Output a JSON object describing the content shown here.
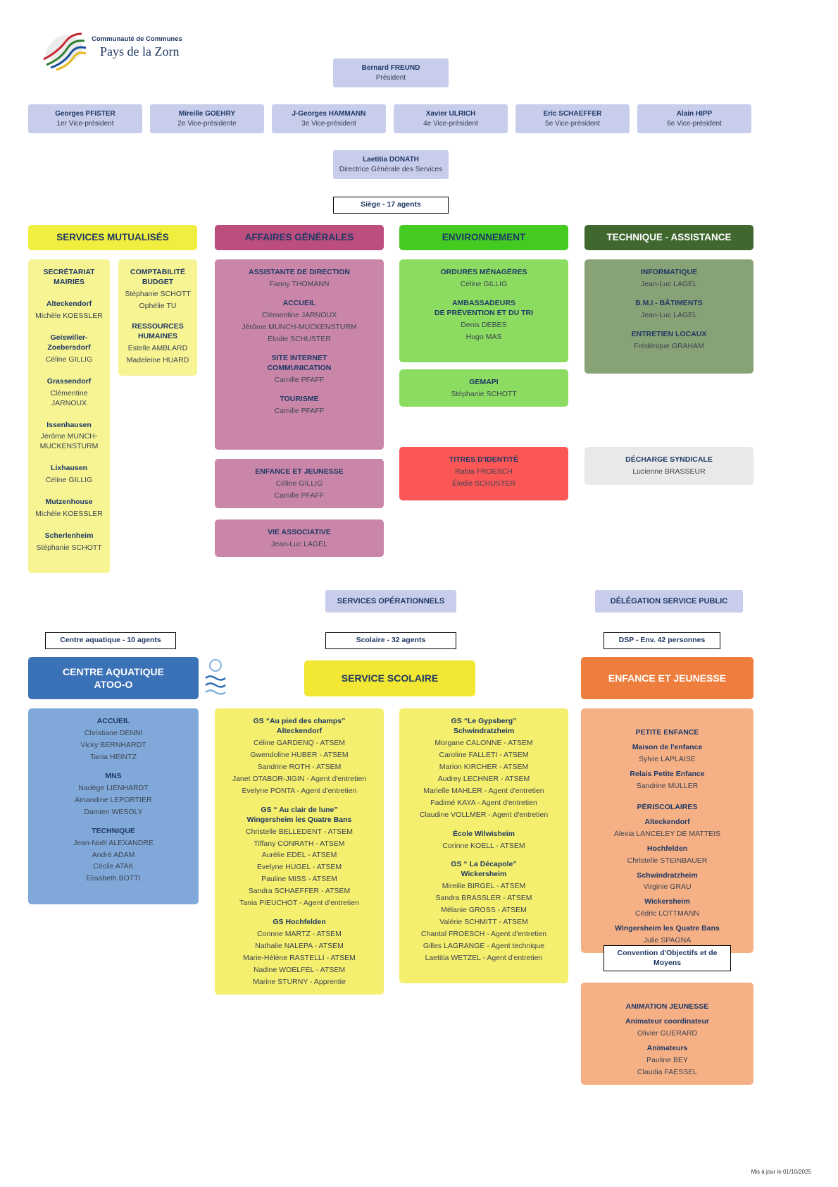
{
  "colors": {
    "lavender": "#c7cdeb",
    "yellow_header": "#f0ee3f",
    "yellow_box": "#f7f494",
    "pink_header": "#bb4d7f",
    "pink_box": "#c986a9",
    "green_header": "#44cb22",
    "green_box": "#8cdc62",
    "red_box": "#fb5757",
    "dark_green_header": "#3f672e",
    "sage_box": "#88a277",
    "gray_box": "#e9e9e9",
    "blue_header": "#3b72b7",
    "blue_box": "#80a9d9",
    "scolaire_header": "#f2e733",
    "scolaire_box": "#f4ef6e",
    "orange_header": "#ee7e3d",
    "orange_box": "#f6b086",
    "navy_text": "#1f3864"
  },
  "icons": {
    "logo_swirl": "brand-swirl ribbons (red/green/blue/yellow)",
    "atoo_waves": "blue water-waves mark"
  },
  "logo": {
    "line1": "Communauté de Communes",
    "line2": "Pays de la Zorn"
  },
  "leadership": {
    "president": {
      "name": "Bernard FREUND",
      "role": "Président"
    },
    "vice_presidents": [
      {
        "name": "Georges PFISTER",
        "role": "1er Vice-président"
      },
      {
        "name": "Mireille GOEHRY",
        "role": "2e Vice-présidente"
      },
      {
        "name": "J-Georges HAMMANN",
        "role": "3e Vice-président"
      },
      {
        "name": "Xavier ULRICH",
        "role": "4e Vice-président"
      },
      {
        "name": "Eric SCHAEFFER",
        "role": "5e Vice-président"
      },
      {
        "name": "Alain HIPP",
        "role": "6e Vice-président"
      }
    ],
    "dgs": {
      "name": "Laetitia DONATH",
      "role": "Directrice Générale des Services"
    },
    "siege_label": "Siège - 17 agents"
  },
  "headers": {
    "mutualises": "SERVICES MUTUALISÉS",
    "affaires": "AFFAIRES GÉNÉRALES",
    "environnement": "ENVIRONNEMENT",
    "technique": "TECHNIQUE - ASSISTANCE",
    "centre_aquatique": "CENTRE AQUATIQUE\nATOO-O",
    "service_scolaire": "SERVICE SCOLAIRE",
    "enfance_jeunesse": "ENFANCE ET JEUNESSE"
  },
  "labels": {
    "services_operationnels": "SERVICES OPÉRATIONNELS",
    "delegation_service_public": "DÉLÉGATION SERVICE PUBLIC",
    "centre_aquatique_agents": "Centre aquatique - 10 agents",
    "scolaire_agents": "Scolaire - 32 agents",
    "dsp_personnes": "DSP - Env. 42 personnes",
    "convention": "Convention d'Objectifs et de\nMoyens"
  },
  "sections": {
    "secretariat": [
      {
        "s": "H",
        "t": "SECRÉTARIAT\nMAIRIES"
      },
      {
        "s": "h",
        "t": "Alteckendorf"
      },
      {
        "s": "n",
        "t": "Michèle KOESSLER"
      },
      {
        "s": "h",
        "t": "Geiswiller-\nZoebersdorf"
      },
      {
        "s": "n",
        "t": "Céline GILLIG"
      },
      {
        "s": "h",
        "t": "Grassendorf"
      },
      {
        "s": "n",
        "t": "Clémentine\nJARNOUX"
      },
      {
        "s": "h",
        "t": "Issenhausen"
      },
      {
        "s": "n",
        "t": "Jérôme MUNCH-\nMUCKENSTURM"
      },
      {
        "s": "h",
        "t": "Lixhausen"
      },
      {
        "s": "n",
        "t": "Céline GILLIG"
      },
      {
        "s": "h",
        "t": "Mutzenhouse"
      },
      {
        "s": "n",
        "t": "Michèle KOESSLER"
      },
      {
        "s": "h",
        "t": "Scherlenheim"
      },
      {
        "s": "n",
        "t": "Stéphanie SCHOTT"
      }
    ],
    "compta": [
      {
        "s": "H",
        "t": "COMPTABILITÉ\nBUDGET"
      },
      {
        "s": "n",
        "t": "Stéphanie SCHOTT"
      },
      {
        "s": "n",
        "t": "Ophélie TU"
      },
      {
        "s": "H",
        "t": "RESSOURCES\nHUMAINES"
      },
      {
        "s": "n",
        "t": "Estelle AMBLARD"
      },
      {
        "s": "n",
        "t": "Madeleine HUARD"
      }
    ],
    "affaires_main": [
      {
        "s": "h",
        "t": "ASSISTANTE DE DIRECTION"
      },
      {
        "s": "n",
        "t": "Fanny THOMANN"
      },
      {
        "s": "h",
        "t": "ACCUEIL"
      },
      {
        "s": "n",
        "t": "Clémentine JARNOUX"
      },
      {
        "s": "n",
        "t": "Jérôme MUNCH-MUCKENSTURM"
      },
      {
        "s": "n",
        "t": "Élodie SCHUSTER"
      },
      {
        "s": "h",
        "t": "SITE INTERNET\nCOMMUNICATION"
      },
      {
        "s": "n",
        "t": "Camille PFAFF"
      },
      {
        "s": "h",
        "t": "TOURISME"
      },
      {
        "s": "n",
        "t": "Camille PFAFF"
      }
    ],
    "affaires_enfance": [
      {
        "s": "h",
        "t": "ENFANCE ET JEUNESSE"
      },
      {
        "s": "n",
        "t": "Céline GILLIG"
      },
      {
        "s": "n",
        "t": "Camille PFAFF"
      }
    ],
    "vie_associative": [
      {
        "s": "h",
        "t": "VIE ASSOCIATIVE"
      },
      {
        "s": "n",
        "t": "Jean-Luc LAGEL"
      }
    ],
    "environnement_main": [
      {
        "s": "h",
        "t": "ORDURES MÉNAGÈRES"
      },
      {
        "s": "n",
        "t": "Céline GILLIG"
      },
      {
        "s": "h",
        "t": "AMBASSADEURS\nDE PRÉVENTION ET DU TRI"
      },
      {
        "s": "n",
        "t": "Denis DEBES"
      },
      {
        "s": "n",
        "t": "Hugo MAS"
      }
    ],
    "gemapi": [
      {
        "s": "h",
        "t": "GEMAPI"
      },
      {
        "s": "n",
        "t": "Stéphanie SCHOTT"
      }
    ],
    "titres_identite": [
      {
        "s": "h",
        "t": "TITRES D'IDENTITÉ"
      },
      {
        "s": "n",
        "t": "Rabia FROESCH"
      },
      {
        "s": "n",
        "t": "Élodie SCHUSTER"
      }
    ],
    "technique_main": [
      {
        "s": "h",
        "t": "INFORMATIQUE"
      },
      {
        "s": "n",
        "t": "Jean-Luc LAGEL"
      },
      {
        "s": "h",
        "t": "B.M.I - BÂTIMENTS"
      },
      {
        "s": "n",
        "t": "Jean-Luc LAGEL"
      },
      {
        "s": "h",
        "t": "ENTRETIEN LOCAUX"
      },
      {
        "s": "n",
        "t": "Frédérique GRAHAM"
      }
    ],
    "decharge_syndicale": [
      {
        "s": "h",
        "t": "DÉCHARGE SYNDICALE"
      },
      {
        "s": "n",
        "t": "Lucienne BRASSEUR"
      }
    ],
    "atoo": [
      {
        "s": "h",
        "t": "ACCUEIL"
      },
      {
        "s": "n",
        "t": "Christiane DENNI"
      },
      {
        "s": "n",
        "t": "Vicky BERNHARDT"
      },
      {
        "s": "n",
        "t": "Tania HEINTZ"
      },
      {
        "s": "h",
        "t": "MNS"
      },
      {
        "s": "n",
        "t": "Nadège LIENHARDT"
      },
      {
        "s": "n",
        "t": "Amandine LEPORTIER"
      },
      {
        "s": "n",
        "t": "Damien WESOLY"
      },
      {
        "s": "h",
        "t": "TECHNIQUE"
      },
      {
        "s": "n",
        "t": "Jean-Noël ALEXANDRE"
      },
      {
        "s": "n",
        "t": "André ADAM"
      },
      {
        "s": "n",
        "t": "Cécile ATAK"
      },
      {
        "s": "n",
        "t": "Elisabeth BOTTI"
      }
    ],
    "scolaire_left": [
      {
        "s": "h",
        "t": "GS “Au pied des champs”\nAlteckendorf"
      },
      {
        "s": "n",
        "t": "Céline GARDENQ - ATSEM"
      },
      {
        "s": "n",
        "t": "Gwendoline HUBER - ATSEM"
      },
      {
        "s": "n",
        "t": "Sandrine ROTH - ATSEM"
      },
      {
        "s": "n",
        "t": "Janet OTABOR-JIGIN - Agent d'entretien"
      },
      {
        "s": "n",
        "t": "Evelyne PONTA - Agent d'entretien"
      },
      {
        "s": "h",
        "t": "GS “ Au clair de lune”\nWingersheim les Quatre Bans"
      },
      {
        "s": "n",
        "t": "Christelle BELLEDENT - ATSEM"
      },
      {
        "s": "n",
        "t": "Tiffany CONRATH - ATSEM"
      },
      {
        "s": "n",
        "t": "Aurélie EDEL - ATSEM"
      },
      {
        "s": "n",
        "t": "Evelyne HUGEL - ATSEM"
      },
      {
        "s": "n",
        "t": "Pauline MISS - ATSEM"
      },
      {
        "s": "n",
        "t": "Sandra SCHAEFFER - ATSEM"
      },
      {
        "s": "n",
        "t": "Tania PIEUCHOT - Agent d'entretien"
      },
      {
        "s": "h",
        "t": "GS Hochfelden"
      },
      {
        "s": "n",
        "t": "Corinne MARTZ - ATSEM"
      },
      {
        "s": "n",
        "t": "Nathalie NALEPA - ATSEM"
      },
      {
        "s": "n",
        "t": "Marie-Hélène RASTELLI - ATSEM"
      },
      {
        "s": "n",
        "t": "Nadine WOELFEL - ATSEM"
      },
      {
        "s": "n",
        "t": "Marine STURNY - Apprentie"
      }
    ],
    "scolaire_right": [
      {
        "s": "h",
        "t": "GS “Le Gypsberg”\nSchwindratzheim"
      },
      {
        "s": "n",
        "t": "Morgane CALONNE - ATSEM"
      },
      {
        "s": "n",
        "t": "Caroline FALLETI - ATSEM"
      },
      {
        "s": "n",
        "t": "Marion KIRCHER - ATSEM"
      },
      {
        "s": "n",
        "t": "Audrey LECHNER - ATSEM"
      },
      {
        "s": "n",
        "t": "Marielle MAHLER - Agent d'entretien"
      },
      {
        "s": "n",
        "t": "Fadimé KAYA - Agent d'entretien"
      },
      {
        "s": "n",
        "t": "Claudine VOLLMER - Agent d'entretien"
      },
      {
        "s": "h",
        "t": "École Wilwisheim"
      },
      {
        "s": "n",
        "t": "Corinne KOELL - ATSEM"
      },
      {
        "s": "h",
        "t": "GS “ La Décapole”\nWickersheim"
      },
      {
        "s": "n",
        "t": "Mireille BIRGEL - ATSEM"
      },
      {
        "s": "n",
        "t": "Sandra BRASSLER - ATSEM"
      },
      {
        "s": "n",
        "t": "Mélanie GROSS - ATSEM"
      },
      {
        "s": "n",
        "t": "Valérie SCHMITT - ATSEM"
      },
      {
        "s": "n",
        "t": "Chantal FROESCH - Agent d'entretien"
      },
      {
        "s": "n",
        "t": "Gilles LAGRANGE - Agent technique"
      },
      {
        "s": "n",
        "t": "Laetitia WETZEL - Agent d'entretien"
      }
    ],
    "enfance": [
      {
        "s": "H",
        "t": "PETITE ENFANCE"
      },
      {
        "s": "h",
        "t": "Maison de l'enfance"
      },
      {
        "s": "n",
        "t": "Sylvie LAPLAISE"
      },
      {
        "s": "h",
        "t": "Relais Petite Enfance"
      },
      {
        "s": "n",
        "t": "Sandrine MULLER"
      },
      {
        "s": "H",
        "t": "PÉRISCOLAIRES"
      },
      {
        "s": "h",
        "t": "Alteckendorf"
      },
      {
        "s": "n",
        "t": "Alexia LANCELEY DE MATTEIS"
      },
      {
        "s": "h",
        "t": "Hochfelden"
      },
      {
        "s": "n",
        "t": "Christelle STEINBAUER"
      },
      {
        "s": "h",
        "t": "Schwindratzheim"
      },
      {
        "s": "n",
        "t": "Virginie GRAU"
      },
      {
        "s": "h",
        "t": "Wickersheim"
      },
      {
        "s": "n",
        "t": "Cédric LOTTMANN"
      },
      {
        "s": "h",
        "t": "Wingersheim les Quatre Bans"
      },
      {
        "s": "n",
        "t": "Julie SPAGNA"
      }
    ],
    "animation": [
      {
        "s": "H",
        "t": "ANIMATION JEUNESSE"
      },
      {
        "s": "h",
        "t": "Animateur coordinateur"
      },
      {
        "s": "n",
        "t": "Olivier GUERARD"
      },
      {
        "s": "h",
        "t": "Animateurs"
      },
      {
        "s": "n",
        "t": "Pauline BEY"
      },
      {
        "s": "n",
        "t": "Claudia FAESSEL"
      }
    ]
  },
  "meta": {
    "updated": "Mis à jour le 01/10/2025"
  }
}
